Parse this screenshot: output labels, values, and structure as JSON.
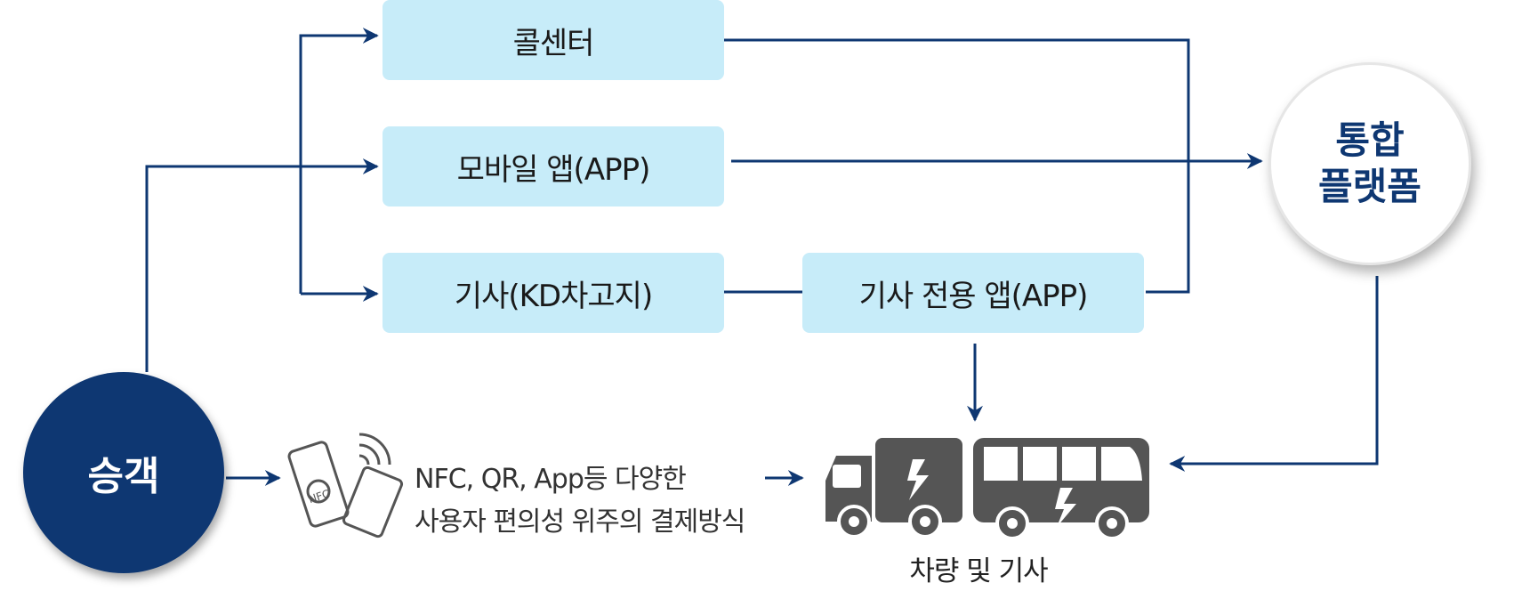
{
  "passenger": {
    "label": "승객"
  },
  "boxes": {
    "call_center": "콜센터",
    "mobile_app": "모바일 앱(APP)",
    "driver": "기사(KD차고지)",
    "driver_app": "기사 전용 앱(APP)"
  },
  "platform": {
    "line1": "통합",
    "line2": "플랫폼"
  },
  "payment": {
    "line1": "NFC, QR, App등 다양한",
    "line2": "사용자 편의성 위주의 결제방식",
    "icon": "nfc-phone-card-icon",
    "icon_text": "NFC"
  },
  "vehicle": {
    "label": "차량 및 기사",
    "icon": "truck-bus-icon"
  },
  "colors": {
    "navy": "#0e3772",
    "box": "#c7ecf9",
    "vehicle": "#555555"
  }
}
